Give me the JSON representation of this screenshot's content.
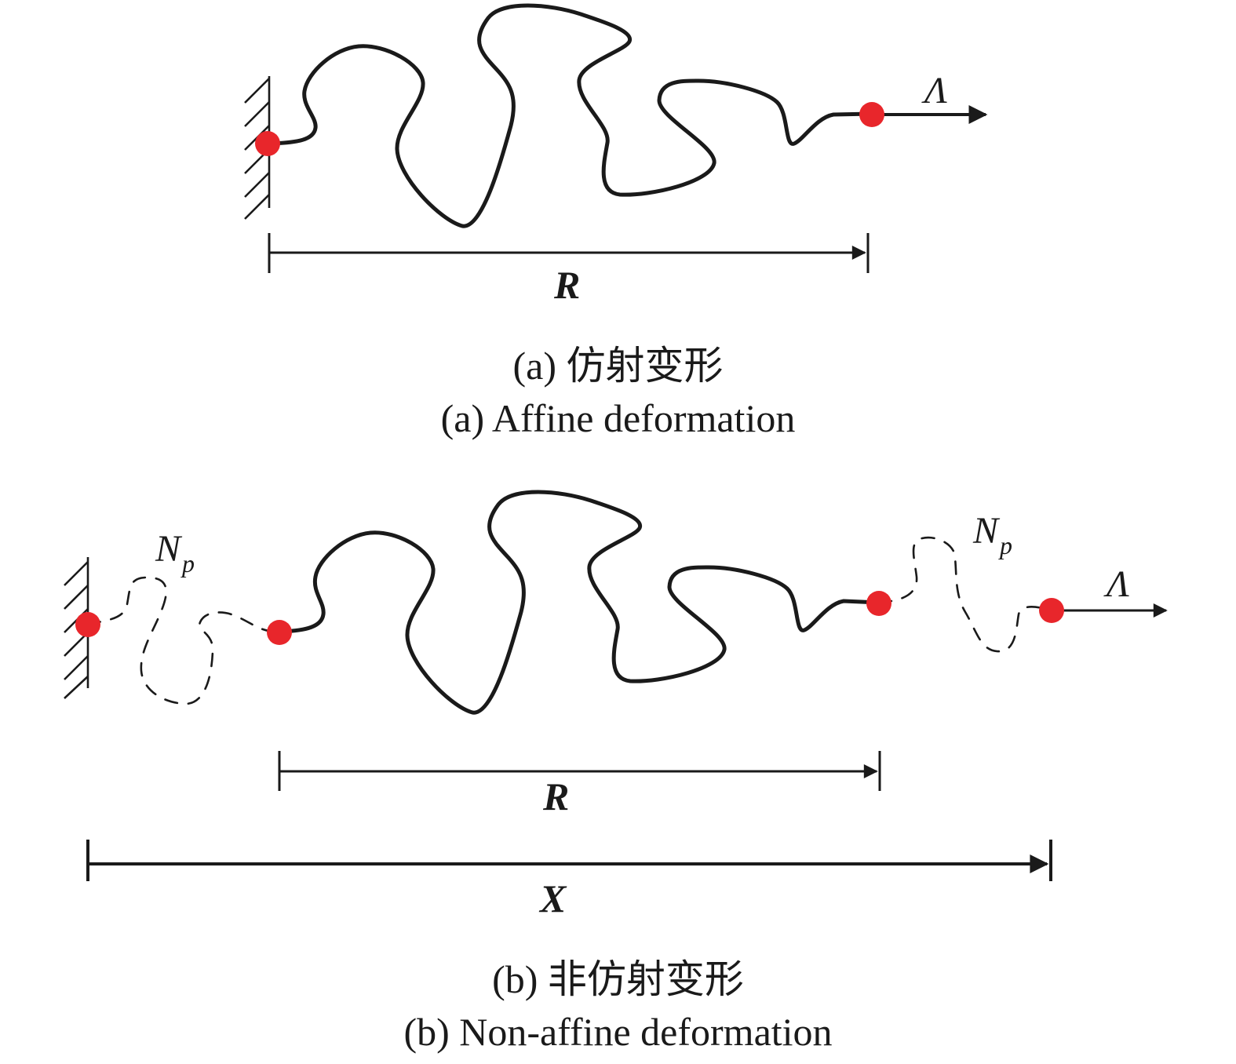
{
  "panel_a": {
    "label_R": "R",
    "label_lambda": "Λ",
    "caption_zh": "(a) 仿射变形",
    "caption_en": "(a) Affine deformation"
  },
  "panel_b": {
    "label_R": "R",
    "label_X": "X",
    "label_lambda": "Λ",
    "label_Np_left_main": "N",
    "label_Np_left_sub": "p",
    "label_Np_right_main": "N",
    "label_Np_right_sub": "p",
    "caption_zh": "(b) 非仿射变形",
    "caption_en": "(b) Non-affine deformation"
  },
  "colors": {
    "node": "#e8262b",
    "stroke": "#1a1a1a"
  }
}
